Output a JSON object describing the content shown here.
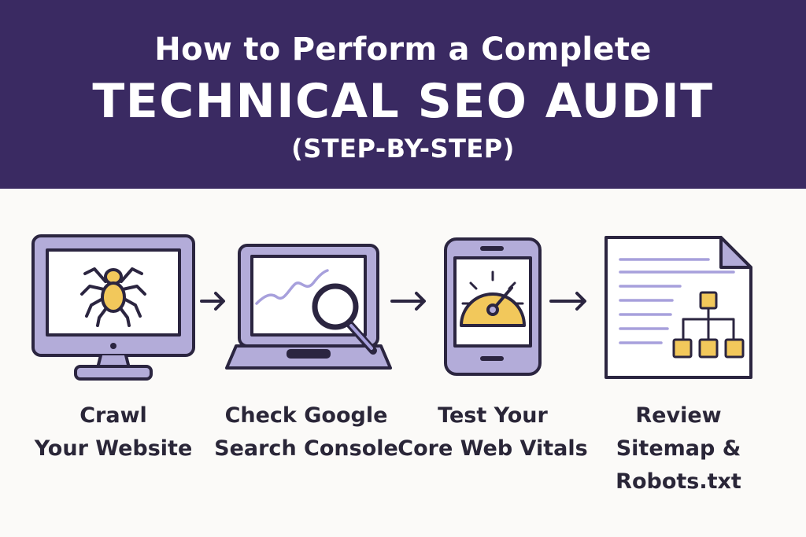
{
  "header": {
    "line1": "How to Perform a Complete",
    "line2": "TECHNICAL SEO AUDIT",
    "line3": "(STEP-BY-STEP)"
  },
  "steps": [
    {
      "icon": "spider-monitor-icon",
      "lines": [
        "Crawl",
        "Your Website"
      ]
    },
    {
      "icon": "laptop-magnifier-icon",
      "lines": [
        "Check Google",
        "Search Console"
      ]
    },
    {
      "icon": "phone-gauge-icon",
      "lines": [
        "Test Your",
        "Core Web Vitals"
      ]
    },
    {
      "icon": "sitemap-document-icon",
      "lines": [
        "Review",
        "Sitemap &",
        "Robots.txt"
      ]
    }
  ],
  "colors": {
    "banner": "#3a2a62",
    "icon_fill": "#b3acd9",
    "icon_outline": "#2b2540",
    "accent": "#f2c85b",
    "chart_line": "#a7a0dc"
  }
}
